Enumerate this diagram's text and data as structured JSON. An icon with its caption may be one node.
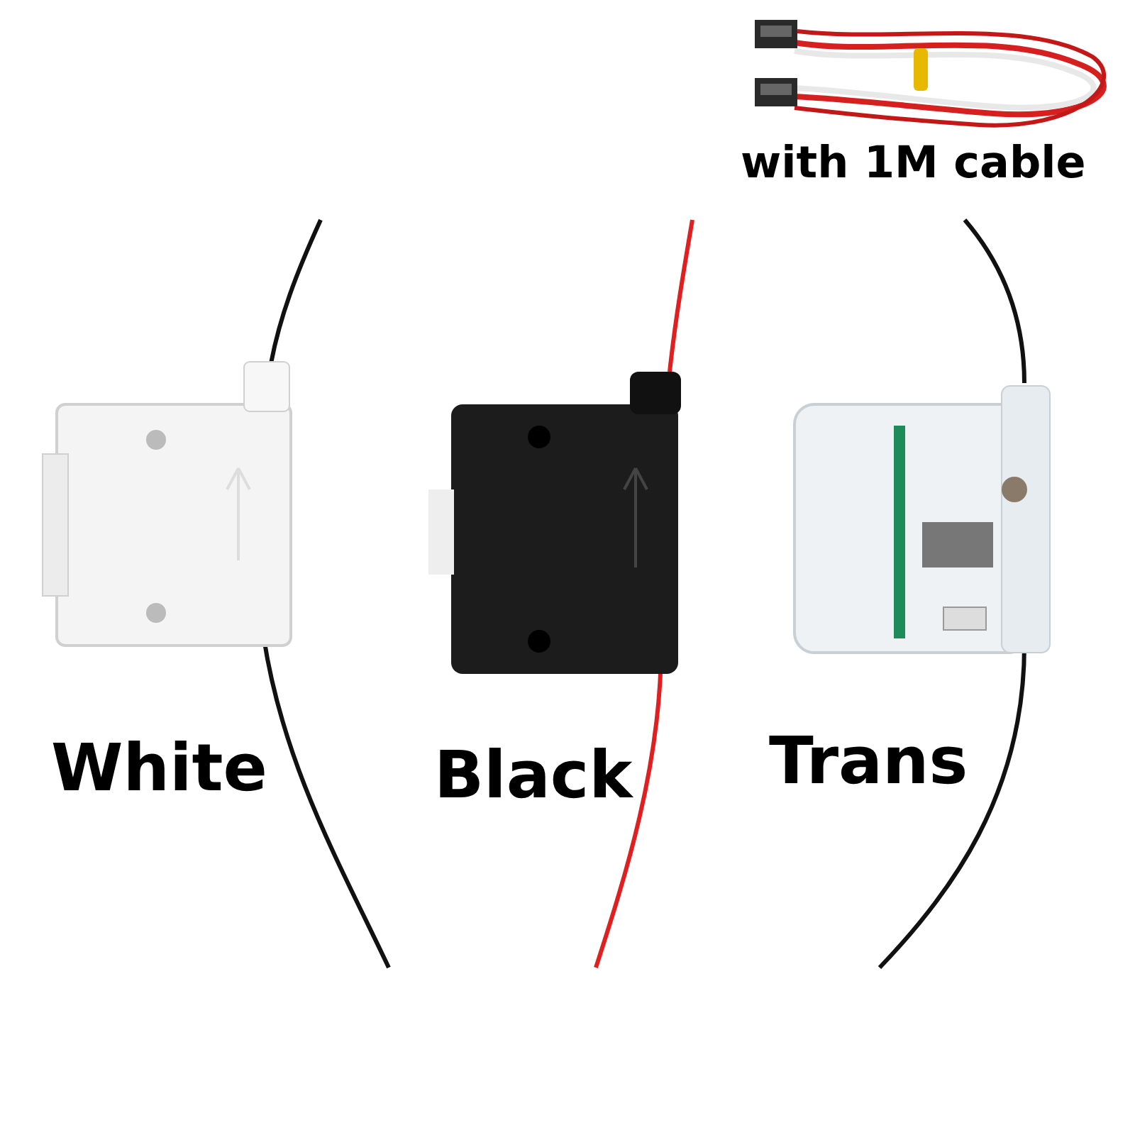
{
  "diagram": {
    "labels": [
      "with 1M cable",
      "White",
      "Black",
      "Trans"
    ]
  }
}
